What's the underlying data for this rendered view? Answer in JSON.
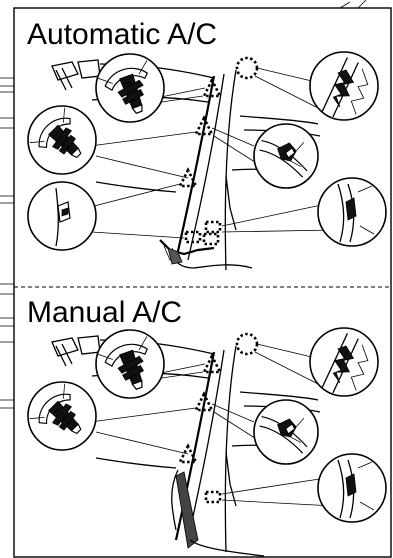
{
  "sections": [
    {
      "title": "Automatic A/C"
    },
    {
      "title": "Manual A/C"
    }
  ],
  "icons": {
    "clip_marker": "dotted-triangle-icon",
    "hook_marker": "dotted-circle-icon",
    "bracket_marker": "dotted-square-icon",
    "clip_detail": "clip-detail-bubble",
    "hook_detail": "hook-detail-bubble",
    "bracket_detail": "bracket-detail-bubble"
  },
  "colors": {
    "line": "#000000",
    "background": "#ffffff"
  }
}
